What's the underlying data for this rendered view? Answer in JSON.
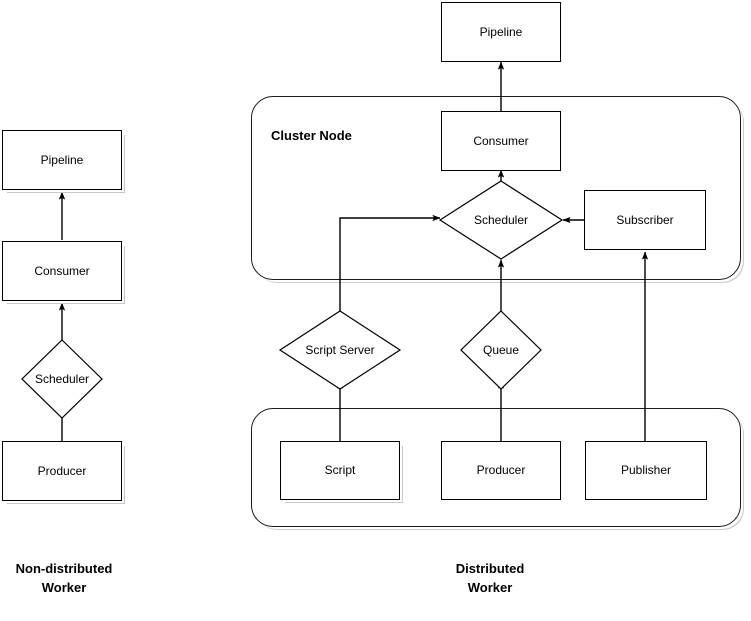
{
  "diagram": {
    "title_left": "Non-distributed\nWorker",
    "title_right": "Distributed\nWorker",
    "stroke_color": "#000000",
    "shadow_color": "#cccccc",
    "background": "#ffffff"
  },
  "captions": {
    "left": {
      "line1": "Non-distributed",
      "line2": "Worker"
    },
    "right": {
      "line1": "Distributed",
      "line2": "Worker"
    }
  },
  "containers": [
    {
      "id": "cluster-node",
      "label": "Cluster Node"
    },
    {
      "id": "worker-pool",
      "label": ""
    }
  ],
  "left_flow": {
    "nodes": [
      {
        "id": "pipeline",
        "label": "Pipeline",
        "shape": "box"
      },
      {
        "id": "consumer",
        "label": "Consumer",
        "shape": "box"
      },
      {
        "id": "scheduler",
        "label": "Scheduler",
        "shape": "diamond"
      },
      {
        "id": "producer",
        "label": "Producer",
        "shape": "box"
      }
    ],
    "edges": [
      {
        "from": "consumer",
        "to": "pipeline",
        "arrow": true
      },
      {
        "from": "scheduler",
        "to": "consumer",
        "arrow": true
      },
      {
        "from": "producer",
        "to": "scheduler",
        "arrow": false
      }
    ]
  },
  "right_flow": {
    "nodes": [
      {
        "id": "pipeline",
        "label": "Pipeline",
        "shape": "box"
      },
      {
        "id": "consumer",
        "label": "Consumer",
        "shape": "box"
      },
      {
        "id": "scheduler",
        "label": "Scheduler",
        "shape": "diamond"
      },
      {
        "id": "subscriber",
        "label": "Subscriber",
        "shape": "box"
      },
      {
        "id": "script-server",
        "label": "Script Server",
        "shape": "diamond"
      },
      {
        "id": "queue",
        "label": "Queue",
        "shape": "diamond"
      },
      {
        "id": "script",
        "label": "Script",
        "shape": "box"
      },
      {
        "id": "producer",
        "label": "Producer",
        "shape": "box"
      },
      {
        "id": "publisher",
        "label": "Publisher",
        "shape": "box"
      }
    ],
    "edges": [
      {
        "from": "consumer",
        "to": "pipeline",
        "arrow": true
      },
      {
        "from": "scheduler",
        "to": "consumer",
        "arrow": true
      },
      {
        "from": "subscriber",
        "to": "scheduler",
        "arrow": true
      },
      {
        "from": "queue",
        "to": "scheduler",
        "arrow": true
      },
      {
        "from": "script-server",
        "to": "scheduler",
        "arrow": true
      },
      {
        "from": "script",
        "to": "script-server",
        "arrow": true
      },
      {
        "from": "producer",
        "to": "queue",
        "arrow": true
      },
      {
        "from": "publisher",
        "to": "subscriber",
        "arrow": true
      }
    ]
  }
}
